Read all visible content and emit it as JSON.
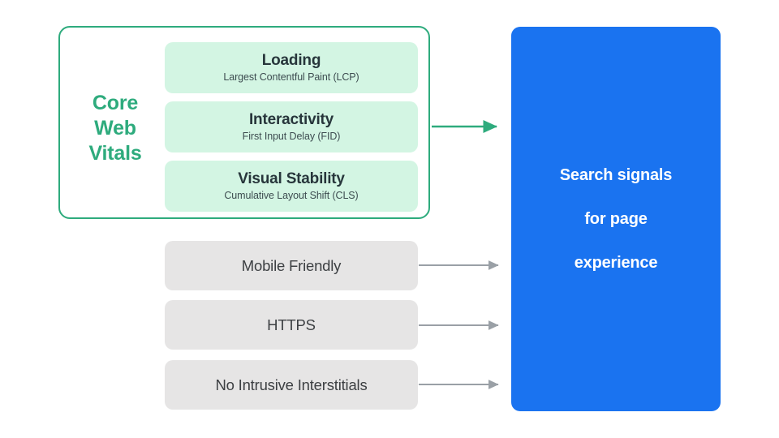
{
  "diagram": {
    "title": "Search signals for page experience",
    "background": "#ffffff",
    "colors": {
      "green_accent": "#2eab7d",
      "mint_fill": "#d3f5e3",
      "grey_fill": "#e6e5e5",
      "blue_fill": "#1a73f0",
      "dark_text": "#27363b",
      "grey_text": "#3d4043",
      "arrow_grey": "#9aa0a6"
    }
  },
  "core_web_vitals": {
    "group_label": "Core\nWeb\nVitals",
    "group_label_lines": [
      "Core",
      "Web",
      "Vitals"
    ],
    "cards": [
      {
        "title": "Loading",
        "subtitle": "Largest Contentful Paint (LCP)"
      },
      {
        "title": "Interactivity",
        "subtitle": "First Input Delay (FID)"
      },
      {
        "title": "Visual Stability",
        "subtitle": "Cumulative Layout Shift (CLS)"
      }
    ]
  },
  "other_signals": [
    {
      "label": "Mobile Friendly"
    },
    {
      "label": "HTTPS"
    },
    {
      "label": "No Intrusive Interstitials"
    }
  ],
  "outcome": {
    "label": "Search signals\nfor page\nexperience",
    "label_lines": [
      "Search signals",
      "for page",
      "experience"
    ]
  },
  "arrows": [
    {
      "name": "core-web-vitals-arrow",
      "color": "#2eab7d"
    },
    {
      "name": "mobile-friendly-arrow",
      "color": "#9aa0a6"
    },
    {
      "name": "https-arrow",
      "color": "#9aa0a6"
    },
    {
      "name": "no-intrusive-interstitials-arrow",
      "color": "#9aa0a6"
    }
  ]
}
